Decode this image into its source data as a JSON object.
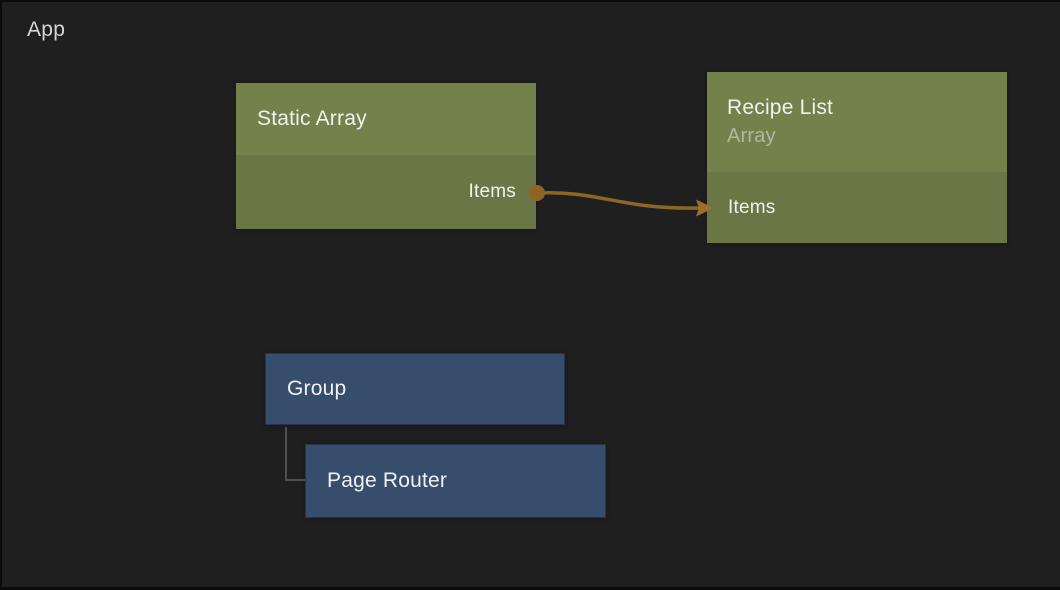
{
  "app": {
    "label": "App"
  },
  "nodes": {
    "static_array": {
      "title": "Static Array",
      "output_port": "Items"
    },
    "recipe_list": {
      "title": "Recipe List",
      "subtitle": "Array",
      "input_port": "Items"
    },
    "group": {
      "title": "Group"
    },
    "page_router": {
      "title": "Page Router"
    }
  },
  "connection": {
    "from_node": "Static Array",
    "from_port": "Items",
    "to_node": "Recipe List",
    "to_port": "Items"
  },
  "colors": {
    "canvas_background": "#201F1F",
    "node_green_header": "#75814B",
    "node_green_body": "#6A7744",
    "node_blue": "#364E6C",
    "wire": "#8E6524",
    "arrowhead": "#9C6E2B",
    "hierarchy_line": "#4F4F4F",
    "title_text": "#F1F1F1",
    "subtitle_text": "#B3B8A1"
  }
}
